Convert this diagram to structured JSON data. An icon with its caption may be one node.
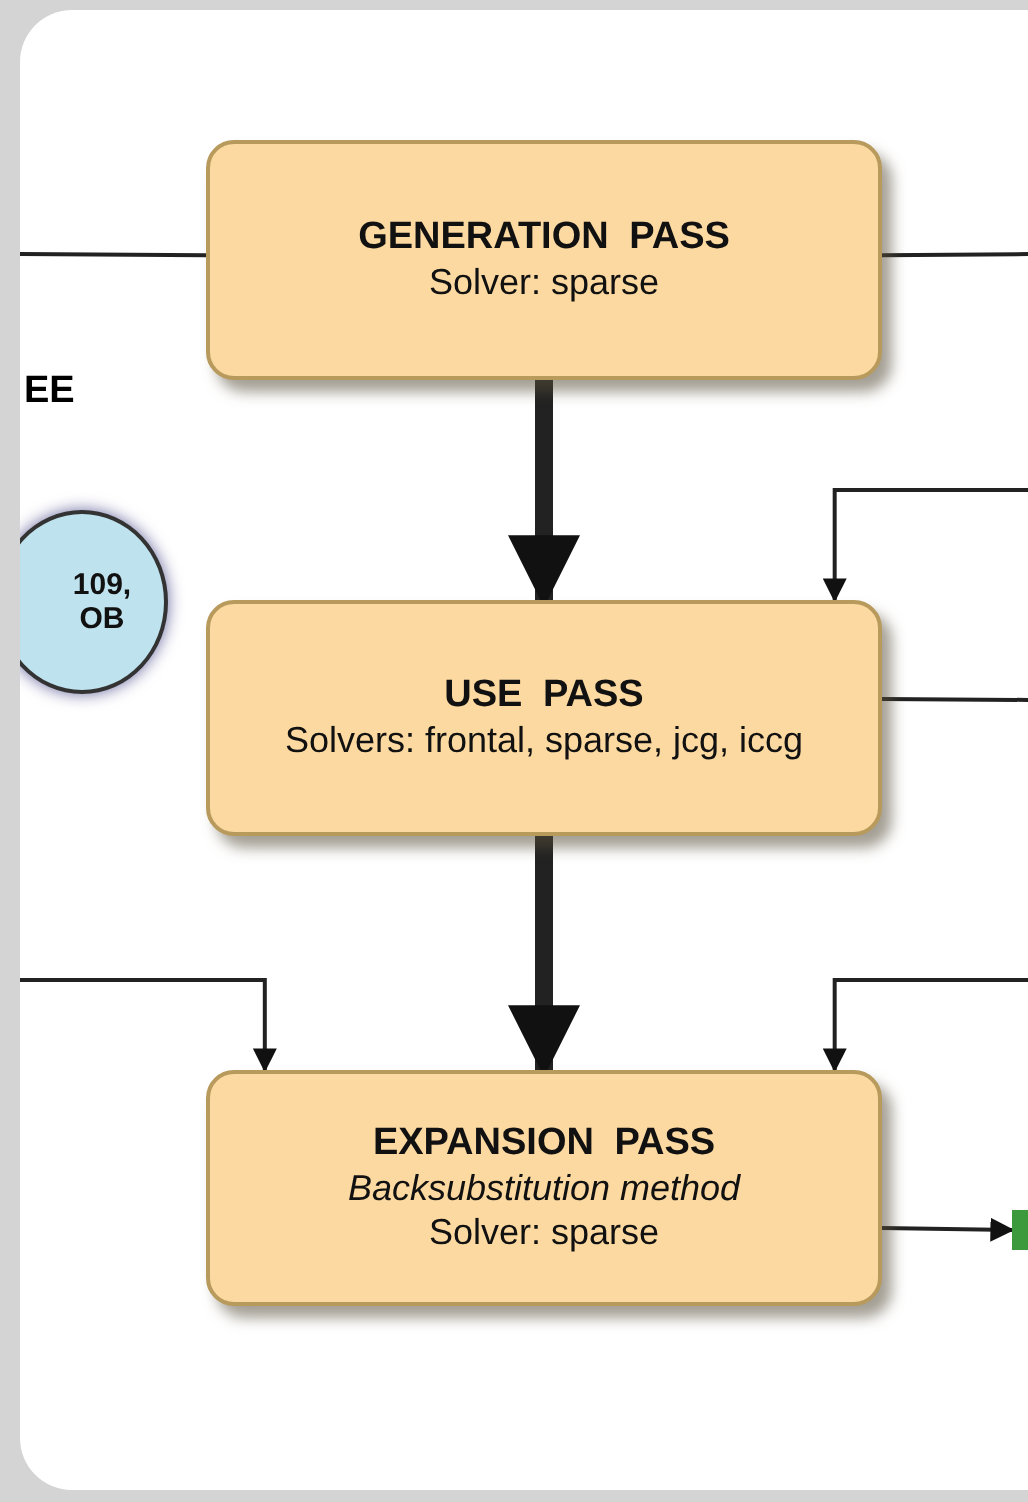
{
  "diagram": {
    "nodes": [
      {
        "text": [
          "GENERATION PASS",
          "Solver: sparse"
        ]
      },
      {
        "text": [
          "USE PASS",
          "Solvers: frontal, sparse, jcg, iccg"
        ]
      },
      {
        "text": [
          "EXPANSION PASS",
          "Backsubstitution method",
          "Solver: sparse"
        ]
      },
      {
        "text": [
          "109, OB"
        ]
      },
      {
        "text": [],
        "shape": "box"
      }
    ],
    "edges": [
      {
        "from": 0,
        "to": 1,
        "arrow": "to",
        "style": "thick"
      },
      {
        "from": 1,
        "to": 2,
        "arrow": "to",
        "style": "thick"
      },
      {
        "from": null,
        "to": 0,
        "arrow": "none"
      },
      {
        "from": 0,
        "to": null,
        "arrow": "none"
      },
      {
        "from": null,
        "to": 1,
        "arrow": "to"
      },
      {
        "from": 1,
        "to": null,
        "arrow": "none"
      },
      {
        "from": null,
        "to": 2,
        "arrow": "to"
      },
      {
        "from": null,
        "to": 2,
        "arrow": "to"
      },
      {
        "from": 2,
        "to": 4,
        "arrow": "to"
      }
    ],
    "labels": [
      "EE"
    ]
  }
}
